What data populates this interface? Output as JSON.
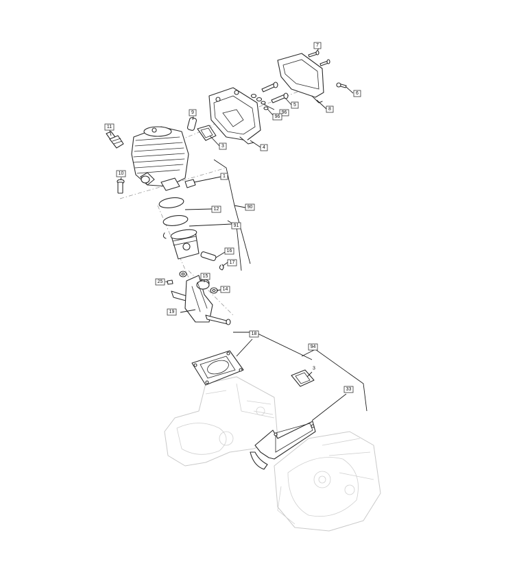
{
  "callouts": {
    "c1": "1",
    "c3a": "3",
    "c3b": "3",
    "c4": "4",
    "c5": "5",
    "c6": "6",
    "c7": "7",
    "c8": "8",
    "c9": "9",
    "c10": "10",
    "c11": "11",
    "c12": "12",
    "c14": "14",
    "c15": "15",
    "c16": "16",
    "c17": "17",
    "c18": "18",
    "c19": "19",
    "c25": "25",
    "c33": "33",
    "c90": "90",
    "c91": "91",
    "c94": "94",
    "c96a": "96",
    "c96b": "96"
  },
  "colors": {
    "line": "#2a2a2a",
    "ghost": "#c9c9c9",
    "background": "#ffffff"
  }
}
